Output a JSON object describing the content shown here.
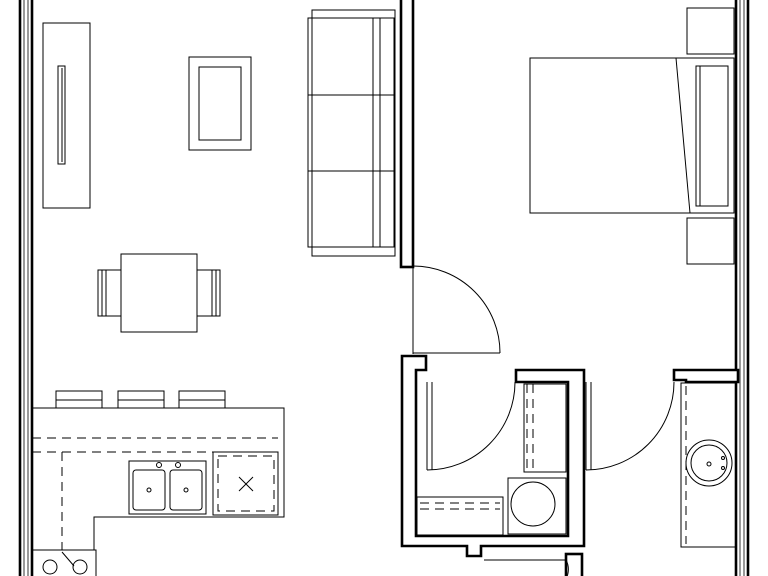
{
  "diagram": {
    "type": "floor-plan",
    "rooms": [
      "living-area",
      "dining-area",
      "kitchen",
      "bedroom",
      "closet",
      "laundry",
      "bathroom"
    ],
    "colors": {
      "line": "#000000",
      "background": "#ffffff"
    }
  }
}
